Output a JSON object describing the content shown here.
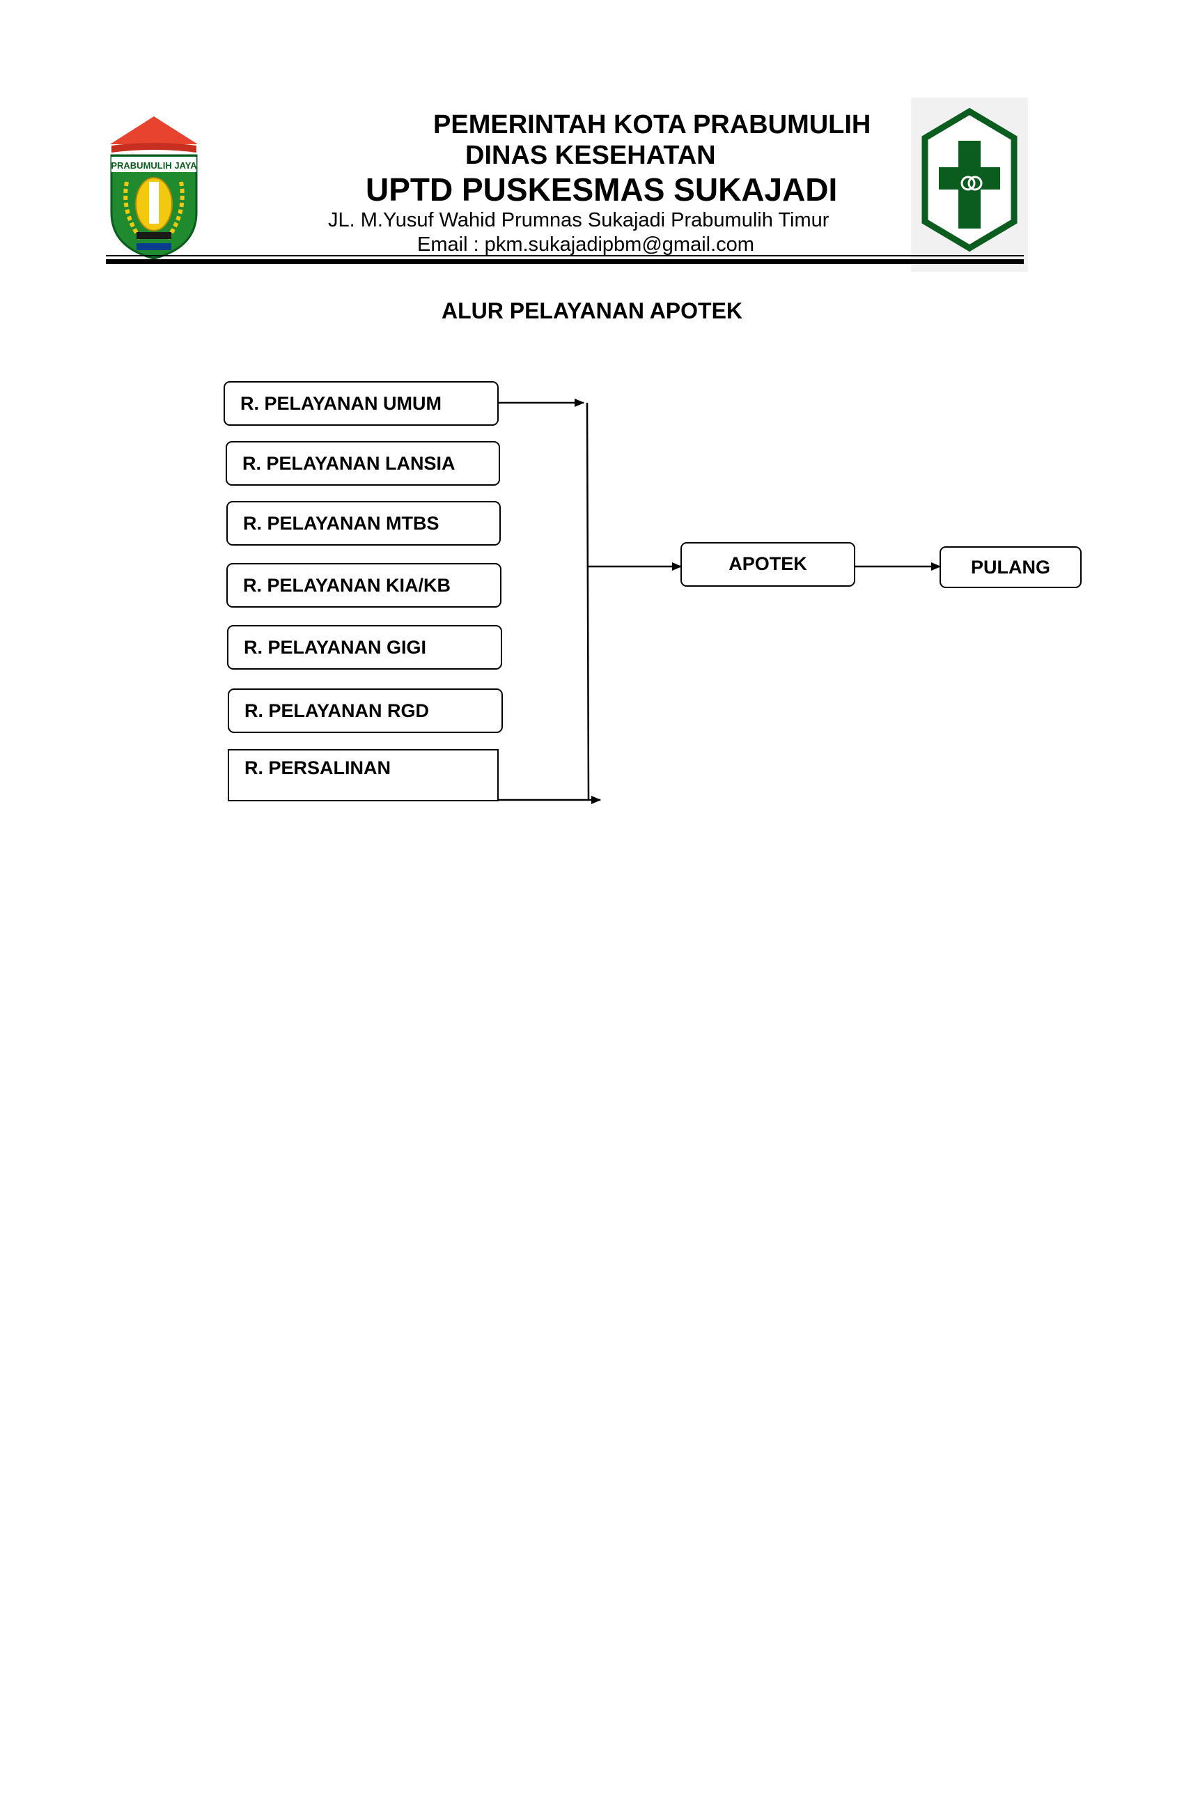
{
  "header": {
    "government": "PEMERINTAH KOTA PRABUMULIH",
    "department": "DINAS KESEHATAN",
    "unit": "UPTD PUSKESMAS SUKAJADI",
    "address": "JL. M.Yusuf Wahid Prumnas Sukajadi Prabumulih Timur",
    "email": "Email : pkm.sukajadipbm@gmail.com",
    "left_logo": {
      "name": "prabumulih-city-emblem",
      "text": "PRABUMULIH JAYA"
    },
    "right_logo": {
      "name": "puskesmas-logo"
    }
  },
  "diagram": {
    "title": "ALUR PELAYANAN APOTEK",
    "sources": [
      "R. PELAYANAN UMUM",
      "R. PELAYANAN LANSIA",
      "R. PELAYANAN MTBS",
      "R. PELAYANAN KIA/KB",
      "R. PELAYANAN GIGI",
      "R. PELAYANAN RGD",
      "R. PERSALINAN"
    ],
    "pharmacy": "APOTEK",
    "exit": "PULANG",
    "colors": {
      "green": "#0a5c1f",
      "red": "#e8432f",
      "yellow": "#f2c811"
    }
  }
}
